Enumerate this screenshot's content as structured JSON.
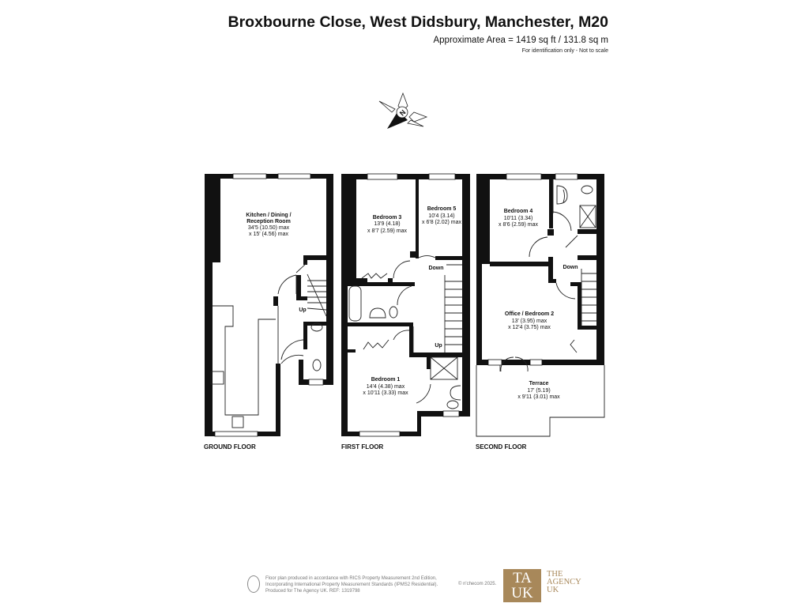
{
  "header": {
    "title": "Broxbourne Close, West Didsbury, Manchester, M20",
    "area": "Approximate Area = 1419 sq ft / 131.8 sq m",
    "note": "For identification only - Not to scale"
  },
  "compass": {
    "label": "N"
  },
  "floors": {
    "ground": {
      "label": "GROUND FLOOR",
      "rooms": [
        {
          "name": "Kitchen / Dining /",
          "name2": "Reception Room",
          "dim1": "34'5 (10.50) max",
          "dim2": "x 15' (4.56) max"
        }
      ],
      "stairs": "Up"
    },
    "first": {
      "label": "FIRST FLOOR",
      "rooms": [
        {
          "name": "Bedroom 3",
          "dim1": "13'9 (4.18)",
          "dim2": "x 8'7 (2.59) max"
        },
        {
          "name": "Bedroom 5",
          "dim1": "10'4 (3.14)",
          "dim2": "x 6'8 (2.02) max"
        },
        {
          "name": "Bedroom 1",
          "dim1": "14'4 (4.38) max",
          "dim2": "x 10'11 (3.33) max"
        }
      ],
      "stairs_down": "Down",
      "stairs_up": "Up"
    },
    "second": {
      "label": "SECOND FLOOR",
      "rooms": [
        {
          "name": "Bedroom 4",
          "dim1": "10'11 (3.34)",
          "dim2": "x 8'6 (2.59) max"
        },
        {
          "name": "Office / Bedroom 2",
          "dim1": "13' (3.95) max",
          "dim2": "x 12'4 (3.75) max"
        },
        {
          "name": "Terrace",
          "dim1": "17' (5.19)",
          "dim2": "x 9'11 (3.01) max"
        }
      ],
      "stairs_down": "Down"
    }
  },
  "footer": {
    "line1": "Floor plan produced in accordance with RICS Property Measurement 2nd Edition,",
    "line2": "Incorporating International Property Measurement Standards (IPMS2 Residential).",
    "line3": "Produced for The Agency UK.   REF:   1319798",
    "copyright": "© n'checom 2025.",
    "logo_mark": "TA UK",
    "logo_line1": "THE",
    "logo_line2": "AGENCY",
    "logo_line3": "UK",
    "brand_color": "#a8885a"
  }
}
